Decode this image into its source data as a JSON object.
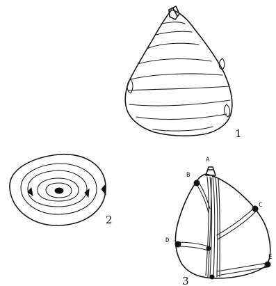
{
  "figures": [
    {
      "id": "fig1",
      "number_label": "1"
    },
    {
      "id": "fig2",
      "number_label": "2"
    },
    {
      "id": "fig3",
      "number_label": "3"
    }
  ],
  "fig3_points": [
    "A",
    "B",
    "C",
    "D",
    "E"
  ]
}
